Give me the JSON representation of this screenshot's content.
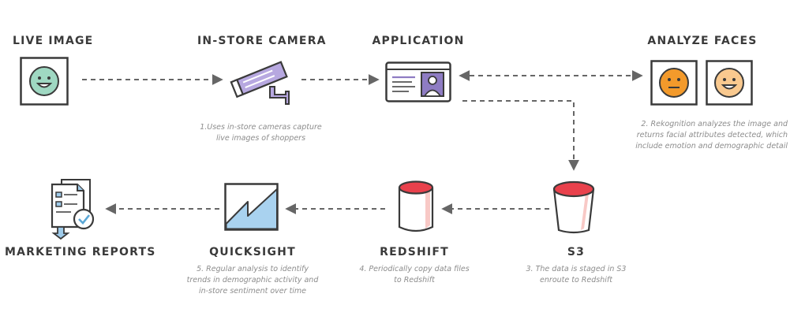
{
  "nodes": {
    "live_image": {
      "label": "LIVE IMAGE"
    },
    "camera": {
      "label": "IN-STORE CAMERA",
      "caption": [
        "1.Uses in-store cameras capture",
        "live images of shoppers"
      ]
    },
    "application": {
      "label": "APPLICATION"
    },
    "analyze": {
      "label": "ANALYZE FACES",
      "caption": [
        "2. Rekognition analyzes the image and",
        "returns facial attributes detected, which",
        "include emotion and demographic detail"
      ]
    },
    "s3": {
      "label": "S3",
      "caption": [
        "3. The data is staged in S3",
        "enroute to Redshift"
      ]
    },
    "redshift": {
      "label": "REDSHIFT",
      "caption": [
        "4. Periodically copy data files",
        "to Redshift"
      ]
    },
    "quicksight": {
      "label": "QUICKSIGHT",
      "caption": [
        "5. Regular analysis to identify",
        "trends in demographic activity and",
        "in-store sentiment over time"
      ]
    },
    "reports": {
      "label": "MARKETING REPORTS"
    }
  },
  "colors": {
    "line": "#666666",
    "outline": "#3a3a3a",
    "face_live": "#9fd8c2",
    "face_neutral": "#f39a2b",
    "face_happy": "#f9c98f",
    "camera": "#b7a8e0",
    "app_photo": "#8e7cc3",
    "bucket_red": "#e9414c",
    "bucket_side": "#f8c9c6",
    "quicksight": "#a9d2ef",
    "report_blue": "#9fcbea"
  }
}
